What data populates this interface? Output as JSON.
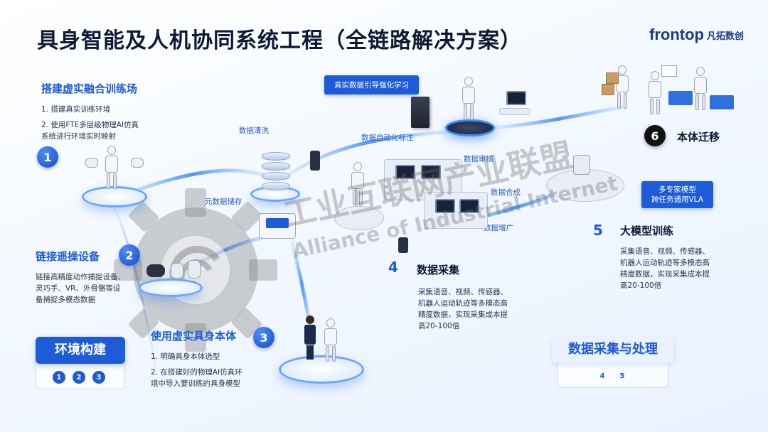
{
  "title": "具身智能及人机协同系统工程（全链路解决方案）",
  "logo": {
    "word": "frontop",
    "sub": "凡拓数创"
  },
  "steps": {
    "s1": {
      "num": "1",
      "heading": "搭建虚实融合训练场",
      "line1": "1. 搭建真实训练环境",
      "line2a": "2. 使用FTE多层级物理AI仿真",
      "line2b": "系统进行环境实时映射"
    },
    "s2": {
      "num": "2",
      "heading": "链接遥操设备",
      "line1": "链接高精度动作捕捉设备、",
      "line2": "灵巧手、VR、外骨骼等设",
      "line3": "备捕捉多模态数据"
    },
    "s3": {
      "num": "3",
      "heading": "使用虚实具身本体",
      "line1": "1. 明确具身本体选型",
      "line2a": "2. 在搭建好的物理AI仿真环",
      "line2b": "境中导入要训练的具身模型"
    },
    "s4": {
      "num": "4",
      "heading": "数据采集",
      "line1": "采集语音、视频、传感器、",
      "line2": "机器人运动轨迹等多模态高",
      "line3": "精度数据，实现采集成本提",
      "line4": "高20-100倍"
    },
    "s5": {
      "num": "5",
      "heading": "大模型训练",
      "line1": "采集语音、视频、传感器、",
      "line2": "机器人运动轨迹等多模态高",
      "line3": "精度数据，实现采集成本提",
      "line4": "高20-100倍"
    },
    "s6": {
      "num": "6",
      "heading": "本体迁移"
    }
  },
  "labels": {
    "real_data": "真实数据引导强化学习",
    "cleaning": "数据清洗",
    "auto_label": "数据自动化标注",
    "review": "数据审核",
    "synthesis": "数据合成",
    "expansion": "数据增广",
    "metadata": "元数据储存",
    "expert_line1": "多专家模型",
    "expert_line2": "跨任务通用VLA"
  },
  "categories": {
    "env": {
      "title": "环境构建",
      "nums": [
        "1",
        "2",
        "3"
      ]
    },
    "data": {
      "title": "数据采集与处理",
      "nums": [
        "4",
        "5"
      ]
    }
  },
  "watermark": {
    "cn": "工业互联网产业联盟",
    "en": "Alliance of Industrial Internet"
  },
  "colors": {
    "primary": "#1d5bd8",
    "dark": "#0e1a33",
    "flow": "#6aa6ff"
  }
}
